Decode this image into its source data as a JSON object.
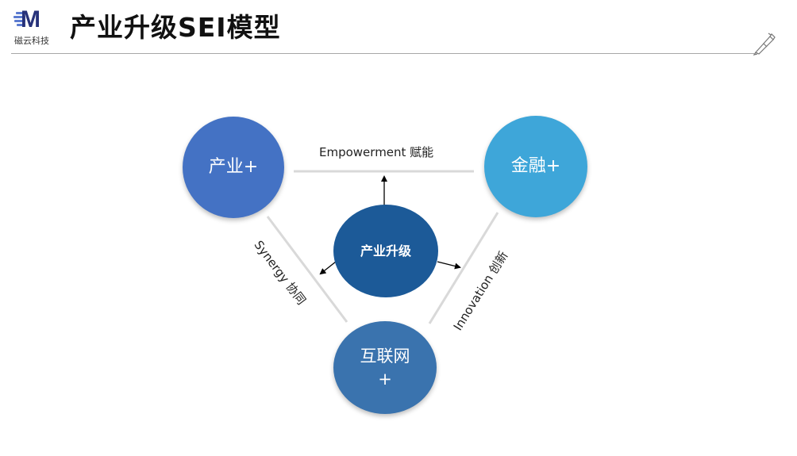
{
  "header": {
    "logo": {
      "mark": "M",
      "company": "磁云科技"
    },
    "title": "产业升级SEI模型",
    "pen_icon": "pen-icon"
  },
  "colors": {
    "industry": "#4472c4",
    "finance": "#3ea6d9",
    "center": "#1c5a98",
    "internet": "#3a73ae",
    "edge_line": "#d9d9d9",
    "arrow": "#000000"
  },
  "diagram": {
    "nodes": {
      "industry": {
        "label": "产业+"
      },
      "finance": {
        "label": "金融+"
      },
      "center": {
        "label": "产业升级"
      },
      "internet": {
        "label": "互联网\n+"
      }
    },
    "edges": {
      "top": {
        "label": "Empowerment 赋能"
      },
      "left": {
        "label": "Synergy 协同"
      },
      "right": {
        "label": "Innovation 创新"
      }
    }
  }
}
